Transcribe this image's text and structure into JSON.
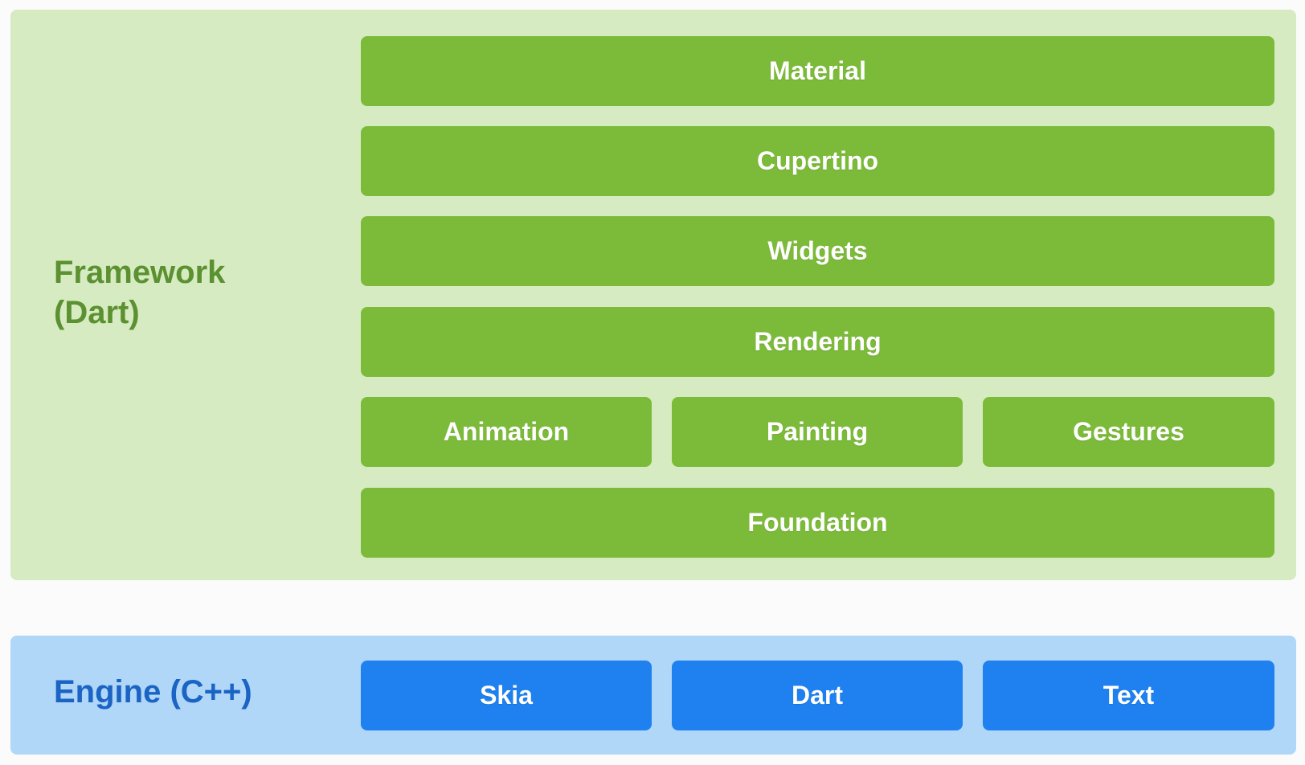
{
  "framework": {
    "label": "Framework\n(Dart)",
    "layers": {
      "material": "Material",
      "cupertino": "Cupertino",
      "widgets": "Widgets",
      "rendering": "Rendering",
      "animation": "Animation",
      "painting": "Painting",
      "gestures": "Gestures",
      "foundation": "Foundation"
    }
  },
  "engine": {
    "label": "Engine (C++)",
    "layers": {
      "skia": "Skia",
      "dart": "Dart",
      "text": "Text"
    }
  },
  "colors": {
    "framework_panel": "#d7ebc2",
    "framework_block": "#7cbb39",
    "framework_label": "#5b9130",
    "engine_panel": "#b0d6f8",
    "engine_block": "#1f81f0",
    "engine_label": "#1b64c4",
    "block_text": "#ffffff"
  }
}
